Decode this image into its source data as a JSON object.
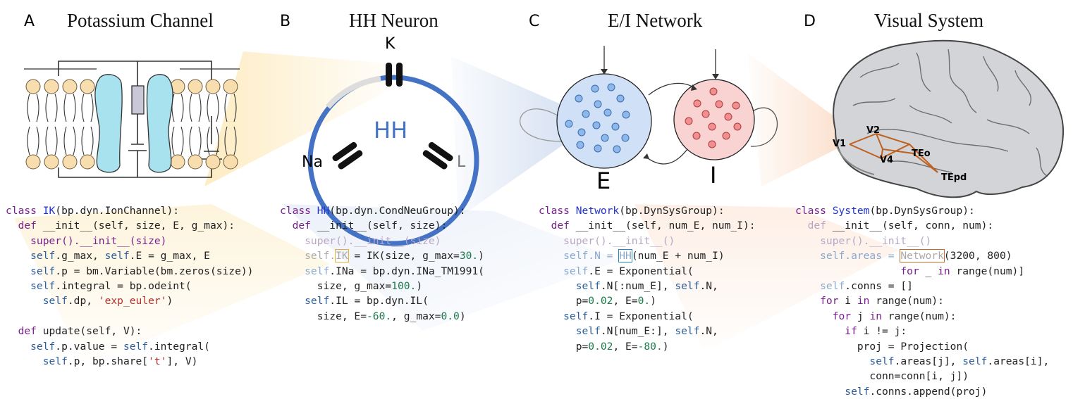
{
  "panels": {
    "a": {
      "letter": "A",
      "title": "Potassium Channel"
    },
    "b": {
      "letter": "B",
      "title": "HH Neuron",
      "k_label": "K",
      "na_label": "Na",
      "l_label": "L",
      "center_label": "HH"
    },
    "c": {
      "letter": "C",
      "title": "E/I Network",
      "e_label": "E",
      "i_label": "I"
    },
    "d": {
      "letter": "D",
      "title": "Visual System",
      "areas": {
        "v1": "V1",
        "v2": "V2",
        "v4": "V4",
        "teo": "TEo",
        "tepd": "TEpd"
      }
    }
  },
  "code": {
    "a": {
      "l1_kw": "class ",
      "l1_cls": "IK",
      "l1_rest": "(bp.dyn.IonChannel):",
      "l2_kw": "  def ",
      "l2_rest": "__init__(self, size, E, g_max):",
      "l3": "    super().__init__(size)",
      "l4a": "    self",
      "l4b": ".g_max, ",
      "l4c": "self",
      "l4d": ".E = g_max, E",
      "l5a": "    self",
      "l5b": ".p = bm.Variable(bm.zeros(size))",
      "l6a": "    self",
      "l6b": ".integral = bp.odeint(",
      "l7a": "      self",
      "l7b": ".dp, ",
      "l7c": "'exp_euler'",
      "l7d": ")",
      "l9_kw": "  def ",
      "l9_rest": "update(self, V):",
      "l10a": "    self",
      "l10b": ".p.value = ",
      "l10c": "self",
      "l10d": ".integral(",
      "l11a": "      self",
      "l11b": ".p, bp.share[",
      "l11c": "'t'",
      "l11d": "], V)"
    },
    "b": {
      "l1_kw": "class ",
      "l1_cls": "HH",
      "l1_rest": "(bp.dyn.CondNeuGroup):",
      "l2_kw": "  def ",
      "l2_rest": "__init__(self, size):",
      "l3": "    super().__init__(size)",
      "l4a": "    self.",
      "l4box": "IK",
      "l4b": " = IK(size, g_max=",
      "l4n": "30.",
      "l4c": ")",
      "l5a": "    self",
      "l5b": ".INa = bp.dyn.INa_TM1991(",
      "l6a": "      size, g_max=",
      "l6n": "100.",
      "l6b": ")",
      "l7a": "    self",
      "l7b": ".IL = bp.dyn.IL(",
      "l8a": "      size, E=",
      "l8n": "-60.",
      "l8b": ", g_max=",
      "l8n2": "0.0",
      "l8c": ")"
    },
    "c": {
      "l1_kw": "class ",
      "l1_cls": "Network",
      "l1_rest": "(bp.DynSysGroup):",
      "l2_kw": "  def ",
      "l2_rest": "__init__(self, num_E, num_I):",
      "l3": "    super().__init__()",
      "l4a": "    self.N = ",
      "l4box": "HH",
      "l4b": "(num_E + num_I)",
      "l5a": "    self",
      "l5b": ".E = Exponential(",
      "l6a": "      self",
      "l6b": ".N[:num_E], ",
      "l6c": "self",
      "l6d": ".N,",
      "l7a": "      p=",
      "l7n": "0.02",
      "l7b": ", E=",
      "l7n2": "0.",
      "l7c": ")",
      "l8a": "    self",
      "l8b": ".I = Exponential(",
      "l9a": "      self",
      "l9b": ".N[num_E:], ",
      "l9c": "self",
      "l9d": ".N,",
      "l10a": "      p=",
      "l10n": "0.02",
      "l10b": ", E=",
      "l10n2": "-80.",
      "l10c": ")"
    },
    "d": {
      "l1_kw": "class ",
      "l1_cls": "System",
      "l1_rest": "(bp.DynSysGroup):",
      "l2_kw": "  def ",
      "l2_rest": "__init__(self, conn, num):",
      "l3": "    super().__init__()",
      "l4a": "    self.areas = ",
      "l4box": "Network",
      "l4b": "(3200, 800)",
      "l5a": "                 ",
      "l5kw": "for",
      "l5b": " _ ",
      "l5kw2": "in",
      "l5b2": " range(num)]",
      "l6a": "    self",
      "l6b": ".conns = []",
      "l7kw": "    for",
      "l7b": " i ",
      "l7kw2": "in",
      "l7b2": " range(num):",
      "l8kw": "      for",
      "l8b": " j ",
      "l8kw2": "in",
      "l8b2": " range(num):",
      "l9kw": "        if",
      "l9b": " i != j:",
      "l10": "          proj = Projection(",
      "l11a": "            self",
      "l11b": ".areas[j], ",
      "l11c": "self",
      "l11d": ".areas[i],",
      "l12": "            conn=conn[i, j])",
      "l13a": "        self",
      "l13b": ".conns.append(proj)"
    }
  },
  "colors": {
    "blue_ring": "#4472c4",
    "e_pop": "#cfe0f7",
    "i_pop": "#f9d2d2",
    "cortex_line": "#c0601f"
  }
}
